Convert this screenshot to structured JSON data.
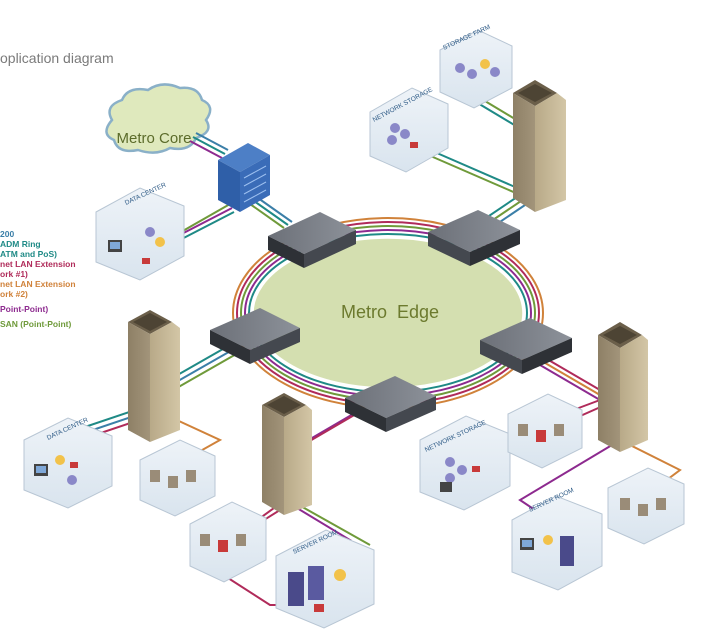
{
  "title": "oplication diagram",
  "legend": [
    {
      "text": "200",
      "color": "#3b7fa8"
    },
    {
      "text": "ADM Ring",
      "color": "#1f8a86"
    },
    {
      "text": "ATM and PoS)",
      "color": "#1f8a86"
    },
    {
      "text": "net LAN Extension",
      "color": "#b02b5a"
    },
    {
      "text": "ork #1)",
      "color": "#b02b5a"
    },
    {
      "text": "net LAN Extension",
      "color": "#d0823a"
    },
    {
      "text": "ork #2)",
      "color": "#d0823a"
    },
    {
      "text": "Point-Point)",
      "color": "#8d2a8f"
    },
    {
      "text": "SAN (Point-Point)",
      "color": "#6f9a3a"
    }
  ],
  "clouds": {
    "metro_core": "Metro Core",
    "metro_edge": "Metro  Edge"
  },
  "rooms": {
    "storage_farm": "STORAGE FARM",
    "network_storage_top": "NETWORK STORAGE",
    "data_center_top": "DATA CENTER",
    "data_center_left": "DATA CENTER",
    "network_storage_right": "NETWORK STORAGE",
    "server_room_bottom": "SERVER ROOM",
    "server_room_right": "SERVER ROOM"
  },
  "colors": {
    "teal": "#1f8a86",
    "magenta": "#b02b5a",
    "orange": "#d0823a",
    "purple": "#8d2a8f",
    "green": "#6f9a3a",
    "blue": "#3b7fa8",
    "edge_fill": "#d4dfb0",
    "core_fill": "#dfe9bd"
  }
}
